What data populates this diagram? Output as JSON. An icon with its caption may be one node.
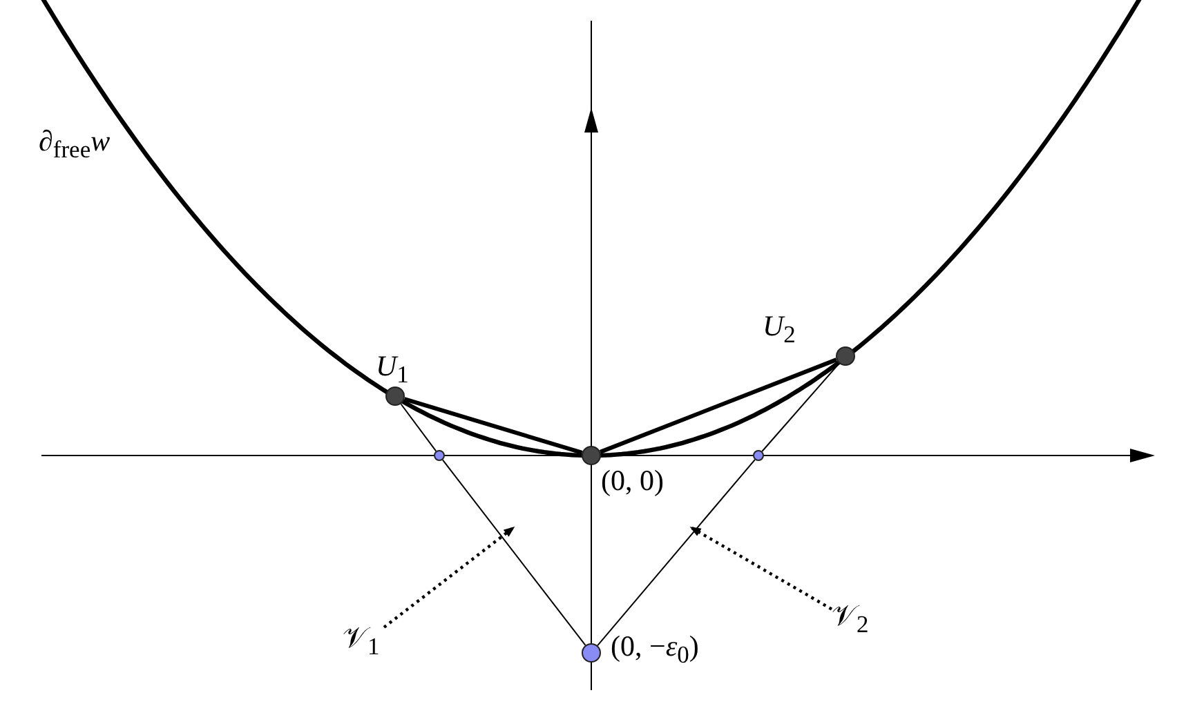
{
  "diagram": {
    "nodes": [
      {
        "text": [],
        "shape": "circle",
        "beside": [
          "*U*$_{1}$"
        ]
      },
      {
        "text": [],
        "shape": "circle",
        "beside": [
          "(0, 0)"
        ]
      },
      {
        "text": [],
        "shape": "circle",
        "beside": [
          "*U*$_{2}$"
        ]
      },
      {
        "text": [],
        "shape": "circle",
        "beside": [
          "(0, −*ε*$_{0}$)"
        ]
      },
      {
        "text": [],
        "shape": "circle"
      },
      {
        "text": [],
        "shape": "circle"
      },
      {
        "text": [
          "𝒱$_{1}$"
        ]
      },
      {
        "text": [
          "𝒱$_{2}$"
        ]
      }
    ],
    "edges": [
      {
        "from": 0,
        "to": 1,
        "arrow": "none",
        "style": "thick"
      },
      {
        "from": 2,
        "to": 1,
        "arrow": "none",
        "style": "thick"
      },
      {
        "from": 3,
        "to": 4,
        "arrow": "none"
      },
      {
        "from": 4,
        "to": 0,
        "arrow": "none"
      },
      {
        "from": 3,
        "to": 5,
        "arrow": "none"
      },
      {
        "from": 5,
        "to": 2,
        "arrow": "none"
      },
      {
        "from": 6,
        "to": null,
        "arrow": "to",
        "style": "dashed"
      },
      {
        "from": 7,
        "to": null,
        "arrow": "to",
        "style": "dashed"
      }
    ],
    "labels": [
      "∂$_{free}$*w*"
    ]
  }
}
